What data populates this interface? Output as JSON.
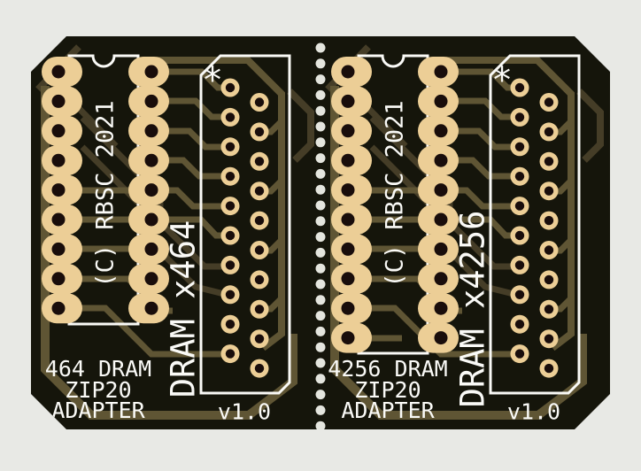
{
  "background_color": "#e8e9e5",
  "board": {
    "soldermask_color": "#15150b",
    "pad_color": "#ecce96",
    "hole_color": "#190d0b",
    "trace_color": "#5f5534",
    "trace_dark_color": "#453d27",
    "silkscreen_color": "#fafaf7",
    "mousebite_color": "#e4e5de"
  },
  "footprints": {
    "zip_pads_per_side": 10,
    "mousebite_hole_count": 25
  },
  "halves": [
    {
      "id": "dram-464-adapter",
      "dip_pads_per_side": 9,
      "copyright_text": "(C) RBSC 2021",
      "part_label": "DRAM x464",
      "pin1_marker": "*",
      "footer_line1": "464 DRAM",
      "footer_line2": "ZIP20",
      "footer_line3": "ADAPTER",
      "version_label": "v1.0"
    },
    {
      "id": "dram-4256-adapter",
      "dip_pads_per_side": 10,
      "copyright_text": "(C) RBSC 2021",
      "part_label": "DRAM x4256",
      "pin1_marker": "*",
      "footer_line1": "4256 DRAM",
      "footer_line2": "ZIP20",
      "footer_line3": "ADAPTER",
      "version_label": "v1.0"
    }
  ]
}
